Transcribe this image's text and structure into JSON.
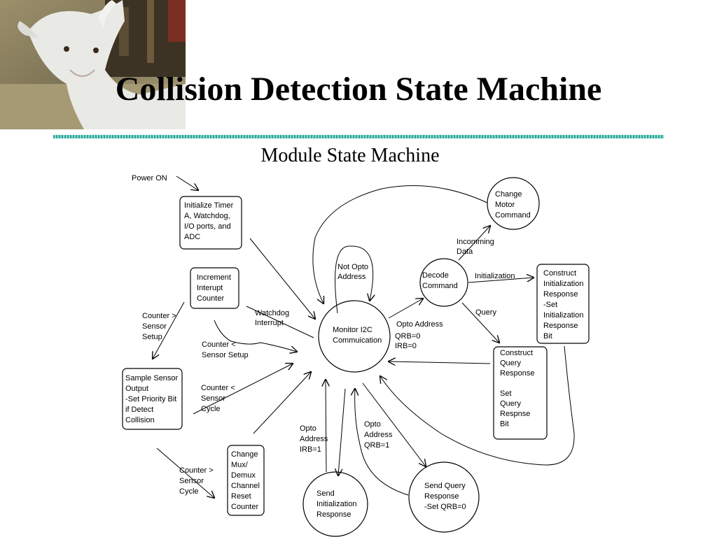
{
  "slide": {
    "title": "Collision Detection State Machine",
    "subtitle": "Module State Machine"
  },
  "colors": {
    "rule": "#2aa79a",
    "stroke": "#000000"
  },
  "nodes": [
    {
      "id": "initialize",
      "shape": "rect",
      "lines": [
        "Initialize Timer",
        "A, Watchdog,",
        "I/O ports, and",
        "ADC"
      ]
    },
    {
      "id": "increment",
      "shape": "rect",
      "lines": [
        "Increment",
        "Interupt",
        "Counter"
      ]
    },
    {
      "id": "sample-sensor",
      "shape": "rect",
      "lines": [
        "Sample Sensor",
        "Output",
        "-Set Priority Bit",
        "if Detect",
        "Collision"
      ]
    },
    {
      "id": "change-mux",
      "shape": "rect",
      "lines": [
        "Change",
        "Mux/",
        "Demux",
        "Channel",
        "Reset",
        "Counter"
      ]
    },
    {
      "id": "monitor-i2c",
      "shape": "circle",
      "lines": [
        "Monitor I2C",
        "Commuication"
      ]
    },
    {
      "id": "decode-command",
      "shape": "circle",
      "lines": [
        "Decode",
        "Command"
      ]
    },
    {
      "id": "change-motor",
      "shape": "circle",
      "lines": [
        "Change",
        "Motor",
        "Command"
      ]
    },
    {
      "id": "construct-init",
      "shape": "rect",
      "lines": [
        "Construct",
        "Initialization",
        "Response",
        "-Set",
        "Initialization",
        "Response",
        "Bit"
      ]
    },
    {
      "id": "construct-query",
      "shape": "rect",
      "lines": [
        "Construct",
        "Query",
        "Response",
        "",
        "Set",
        "Query",
        "Respnse",
        "Bit"
      ]
    },
    {
      "id": "send-init",
      "shape": "circle",
      "lines": [
        "Send",
        "Initialization",
        "Response"
      ]
    },
    {
      "id": "send-query",
      "shape": "circle",
      "lines": [
        "Send Query",
        "Response",
        "-Set QRB=0"
      ]
    }
  ],
  "edge_labels": [
    {
      "id": "power-on",
      "lines": [
        "Power ON"
      ]
    },
    {
      "id": "not-opto",
      "lines": [
        "Not Opto",
        "Address"
      ]
    },
    {
      "id": "watchdog",
      "lines": [
        "Watchdog",
        "Interrupt"
      ]
    },
    {
      "id": "counter-gt-setup",
      "lines": [
        "Counter >",
        "Sensor",
        "Setup"
      ]
    },
    {
      "id": "counter-lt-setup",
      "lines": [
        "Counter <",
        "Sensor Setup"
      ]
    },
    {
      "id": "counter-lt-cycle",
      "lines": [
        "Counter <",
        "Sensor",
        "Cycle"
      ]
    },
    {
      "id": "counter-gt-cycle",
      "lines": [
        "Counter >",
        "Sensor",
        "Cycle"
      ]
    },
    {
      "id": "opto-address",
      "lines": [
        "Opto  Address"
      ]
    },
    {
      "id": "qrb-irb-zero",
      "lines": [
        "QRB=0",
        "IRB=0"
      ]
    },
    {
      "id": "incoming-data",
      "lines": [
        "Incomming",
        "Data"
      ]
    },
    {
      "id": "initialization",
      "lines": [
        "Initialization"
      ]
    },
    {
      "id": "query",
      "lines": [
        "Query"
      ]
    },
    {
      "id": "opto-irb",
      "lines": [
        "Opto",
        "Address",
        "IRB=1"
      ]
    },
    {
      "id": "opto-qrb",
      "lines": [
        "Opto",
        "Address",
        "QRB=1"
      ]
    }
  ]
}
